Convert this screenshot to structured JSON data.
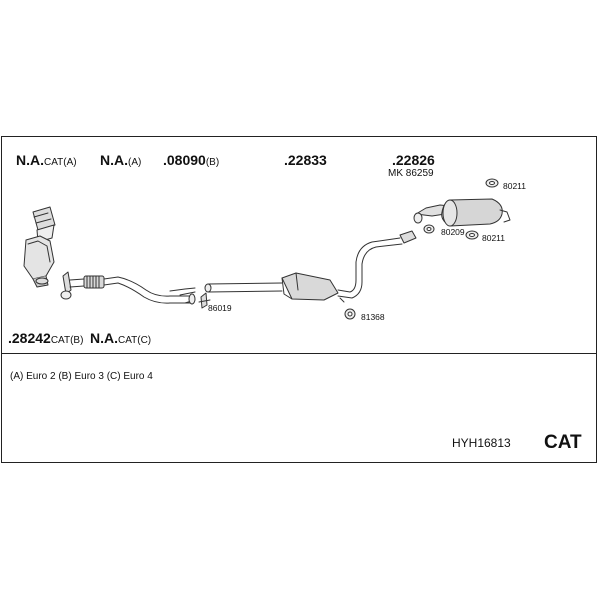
{
  "parts": {
    "na_cat_a": {
      "main": "N.A.",
      "suffix": "CAT(A)"
    },
    "na_a": {
      "main": "N.A.",
      "suffix": "(A)"
    },
    "p08090": {
      "main": ".08090",
      "suffix": "(B)"
    },
    "p22833": {
      "main": ".22833"
    },
    "p22826": {
      "main": ".22826"
    },
    "mk": "MK  86259",
    "p28242": {
      "main": ".28242",
      "suffix": "CAT(B)"
    },
    "na_cat_c": {
      "main": "N.A.",
      "suffix": "CAT(C)"
    }
  },
  "callouts": {
    "c80211_top": "80211",
    "c80209": "80209",
    "c80211_bottom": "80211",
    "c86019": "86019",
    "c81368": "81368"
  },
  "footer": {
    "legend": "(A) Euro 2 (B) Euro 3 (C) Euro 4",
    "code": "HYH16813",
    "badge": "CAT"
  }
}
